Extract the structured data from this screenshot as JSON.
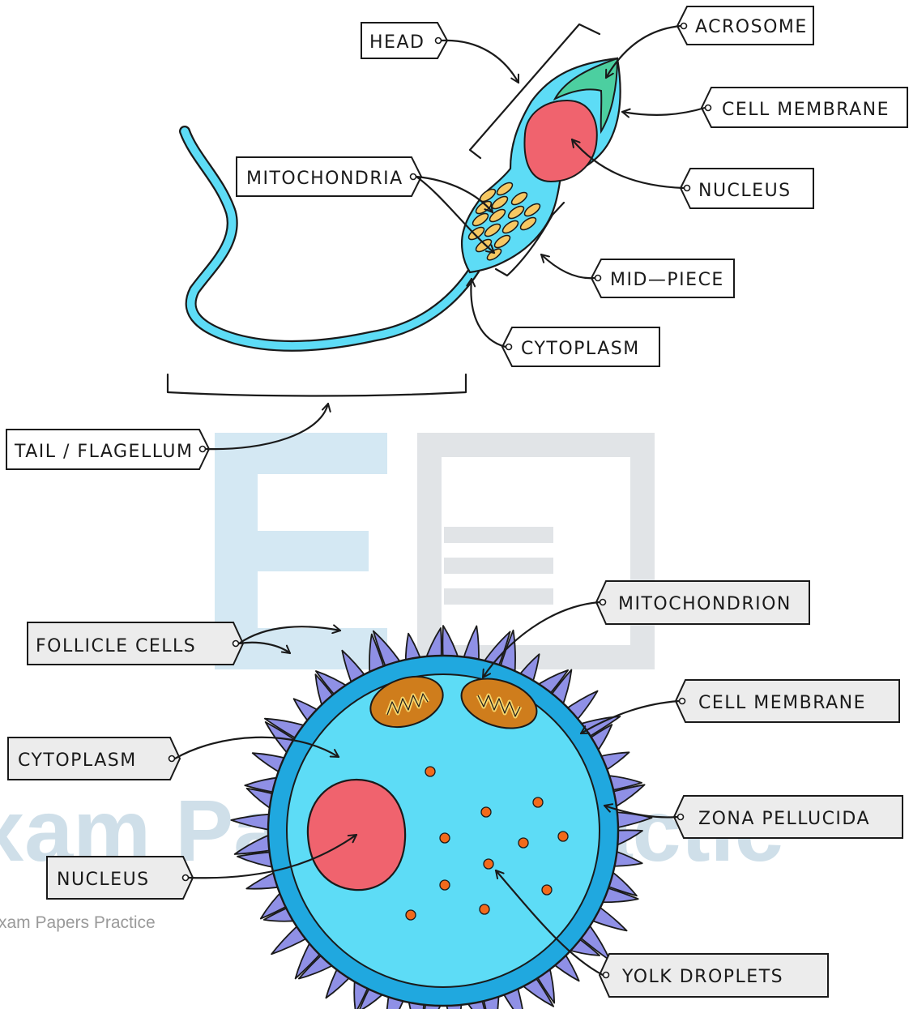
{
  "watermark": {
    "large_text": "xam Papers Practic",
    "small_text": "xam Papers Practice",
    "colors": {
      "blue": "#cfe6f2",
      "grey": "#dfe3e6"
    }
  },
  "sperm": {
    "colors": {
      "body": "#5ddcf6",
      "nucleus": "#f0636e",
      "acrosome": "#4ccfa0",
      "mitochondria": "#f6c863"
    },
    "labels": {
      "head": "HEAD",
      "acrosome": "ACROSOME",
      "cell_membrane": "CELL  MEMBRANE",
      "mitochondria": "MITOCHONDRIA",
      "nucleus": "NUCLEUS",
      "mid_piece": "MID—PIECE",
      "cytoplasm": "CYTOPLASM",
      "tail": "TAIL / FLAGELLUM"
    }
  },
  "egg": {
    "colors": {
      "cytoplasm": "#5ddcf6",
      "zona": "#20a8df",
      "follicle": "#8f90e6",
      "nucleus": "#f0636e",
      "mitochondrion": "#cf7d1c",
      "yolk": "#f26a1b"
    },
    "labels": {
      "follicle_cells": "FOLLICLE   CELLS",
      "mitochondrion": "MITOCHONDRION",
      "cell_membrane": "CELL   MEMBRANE",
      "cytoplasm": "CYTOPLASM",
      "zona_pellucida": "ZONA   PELLUCIDA",
      "nucleus": "NUCLEUS",
      "yolk_droplets": "YOLK    DROPLETS"
    }
  }
}
